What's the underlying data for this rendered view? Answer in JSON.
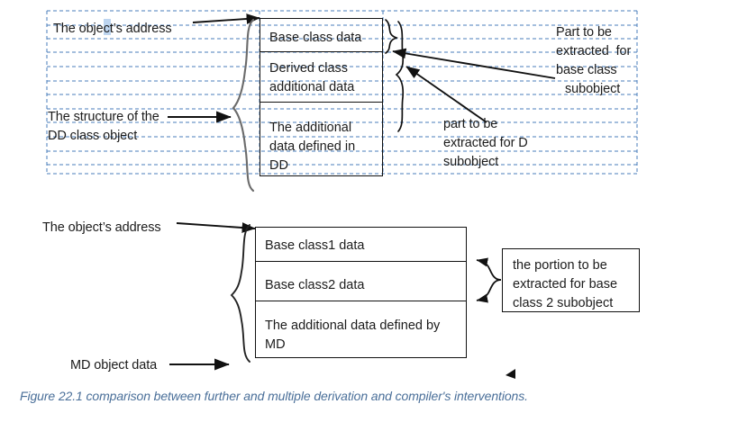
{
  "figure": {
    "caption": "Figure 22.1 comparison between further and multiple derivation and compiler's interventions.",
    "caption_color": "#4a6f99",
    "background": "#ffffff"
  },
  "grid_overlay": {
    "name": "dashed-text-grid",
    "color": "#4a7ebb",
    "style": "dashed",
    "rows": 12
  },
  "diagrams": [
    {
      "id": "further-derivation",
      "title_hint": "DD class object layout",
      "labels": {
        "object_address": "The object’s address",
        "structure_line1": "The structure of the",
        "structure_line2": "DD class object",
        "extract_base_line1": "Part to be",
        "extract_base_line2": "extracted  for",
        "extract_base_line3": "base class",
        "extract_base_line4": "subobject",
        "extract_d_line1": "part to be",
        "extract_d_line2": "extracted for D",
        "extract_d_line3": "subobject"
      },
      "memory_block": {
        "rows": [
          {
            "lines": [
              "Base class data"
            ]
          },
          {
            "lines": [
              "Derived class",
              "additional data"
            ]
          },
          {
            "lines": [
              "The additional",
              "data defined in",
              "DD"
            ]
          }
        ]
      }
    },
    {
      "id": "multiple-derivation",
      "title_hint": "MD class object layout",
      "labels": {
        "object_address": "The object’s address",
        "md_object_data": "MD object data",
        "portion_line1": "the portion to be",
        "portion_line2": "extracted for base",
        "portion_line3": "class 2 subobject"
      },
      "memory_block": {
        "rows": [
          {
            "lines": [
              "Base class1 data"
            ]
          },
          {
            "lines": [
              "Base class2 data"
            ]
          },
          {
            "lines": [
              "The additional data defined by",
              "MD"
            ]
          }
        ]
      }
    }
  ],
  "colors": {
    "stroke": "#111111",
    "brace_gray": "#6b6b6b",
    "grid_blue": "#4a7ebb",
    "selection_highlight": "#b9d3ef",
    "caption_blue": "#4a6f99"
  }
}
